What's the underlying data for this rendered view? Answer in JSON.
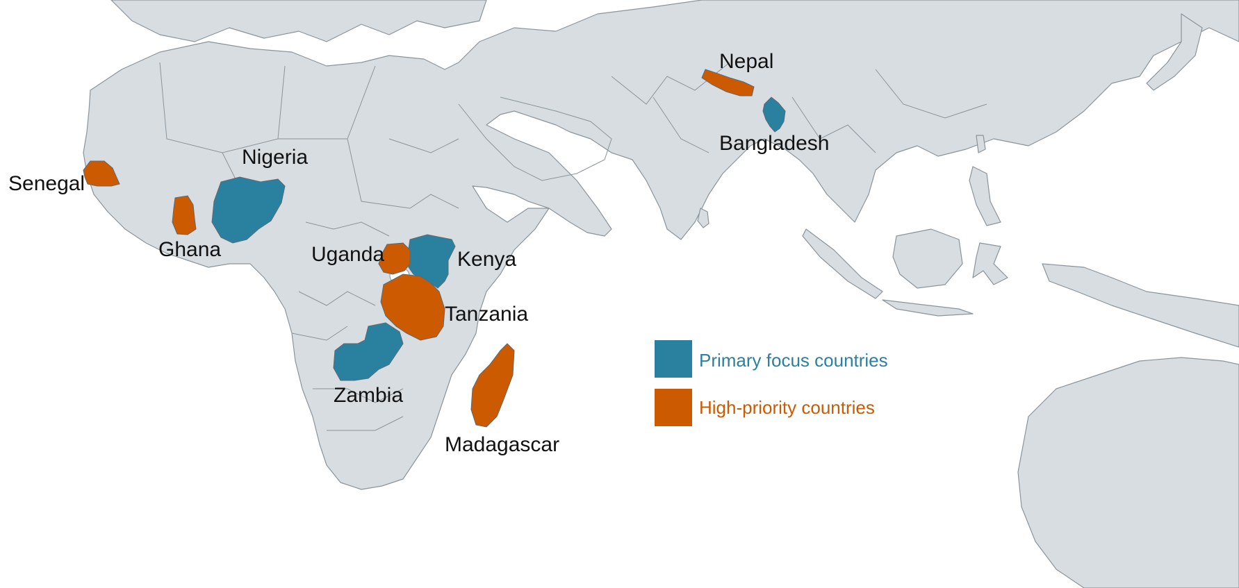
{
  "colors": {
    "primary_focus": "#2a819f",
    "high_priority": "#cc5a00",
    "land": "#d7dde1",
    "water": "#ffffff"
  },
  "countries": {
    "nepal": "Nepal",
    "bangladesh": "Bangladesh",
    "nigeria": "Nigeria",
    "senegal": "Senegal",
    "ghana": "Ghana",
    "uganda": "Uganda",
    "kenya": "Kenya",
    "tanzania": "Tanzania",
    "zambia": "Zambia",
    "madagascar": "Madagascar"
  },
  "legend": {
    "primary": "Primary focus countries",
    "priority": "High-priority countries"
  }
}
